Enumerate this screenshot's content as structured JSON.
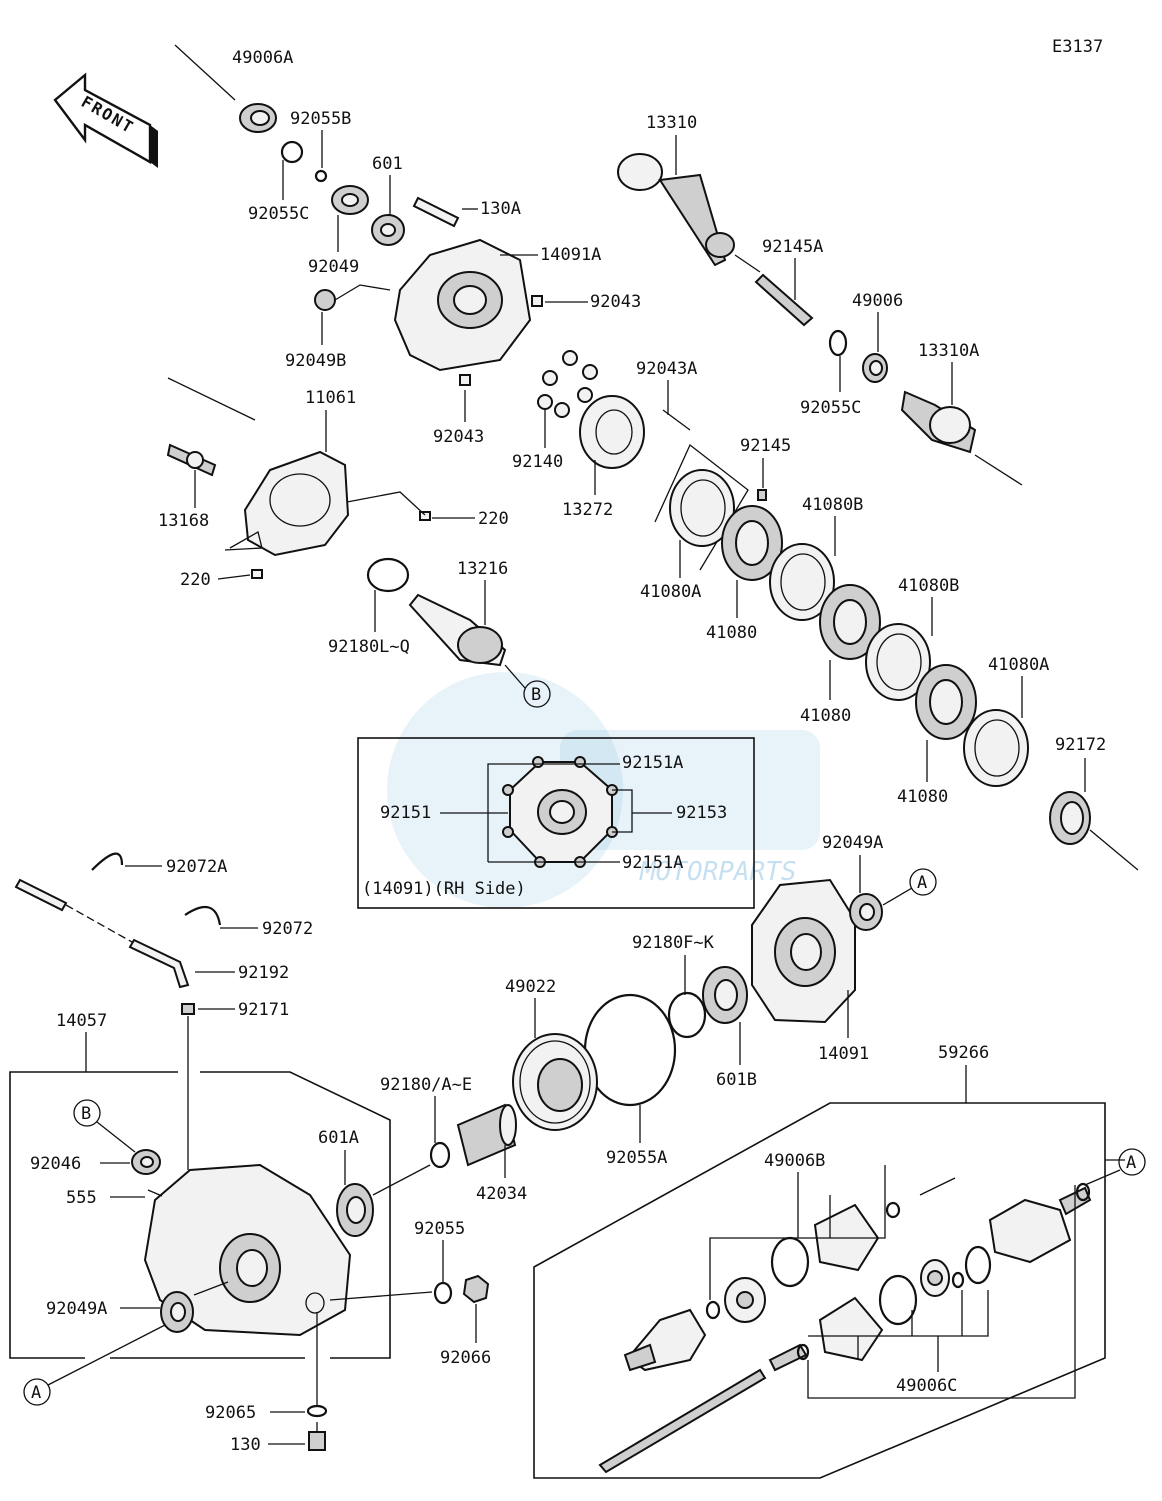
{
  "diagram_code": "E3137",
  "front_label": "FRONT",
  "inset_caption": "(14091)(RH Side)",
  "watermark": "MOTORPARTS",
  "callouts": {
    "a": "A",
    "b": "B"
  },
  "parts": {
    "p49006A": "49006A",
    "p92055B": "92055B",
    "p92055C_top": "92055C",
    "p601": "601",
    "p92049": "92049",
    "p130A": "130A",
    "p14091A": "14091A",
    "p92043_a": "92043",
    "p92049B": "92049B",
    "p92043_b": "92043",
    "p11061": "11061",
    "p13168": "13168",
    "p220_a": "220",
    "p220_b": "220",
    "p92180LQ": "92180L~Q",
    "p13216": "13216",
    "p13310": "13310",
    "p92145A": "92145A",
    "p49006": "49006",
    "p13310A": "13310A",
    "p92055C_mid": "92055C",
    "p92043A": "92043A",
    "p92140": "92140",
    "p13272": "13272",
    "p92145": "92145",
    "p41080B_a": "41080B",
    "p41080A_a": "41080A",
    "p41080_a": "41080",
    "p41080B_b": "41080B",
    "p41080_b": "41080",
    "p41080A_b": "41080A",
    "p41080_c": "41080",
    "p92172": "92172",
    "p92151A_a": "92151A",
    "p92151": "92151",
    "p92153": "92153",
    "p92151A_b": "92151A",
    "p92049A_r": "92049A",
    "p92072A": "92072A",
    "p92072": "92072",
    "p92192": "92192",
    "p92171": "92171",
    "p14057": "14057",
    "p92180FK": "92180F~K",
    "p49022": "49022",
    "p601B": "601B",
    "p14091": "14091",
    "p92180AE": "92180/A~E",
    "p601A": "601A",
    "p92046": "92046",
    "p555": "555",
    "p42034": "42034",
    "p92055A": "92055A",
    "p92055": "92055",
    "p92049A_l": "92049A",
    "p92066": "92066",
    "p92065": "92065",
    "p130": "130",
    "p59266": "59266",
    "p49006B": "49006B",
    "p49006C": "49006C"
  }
}
